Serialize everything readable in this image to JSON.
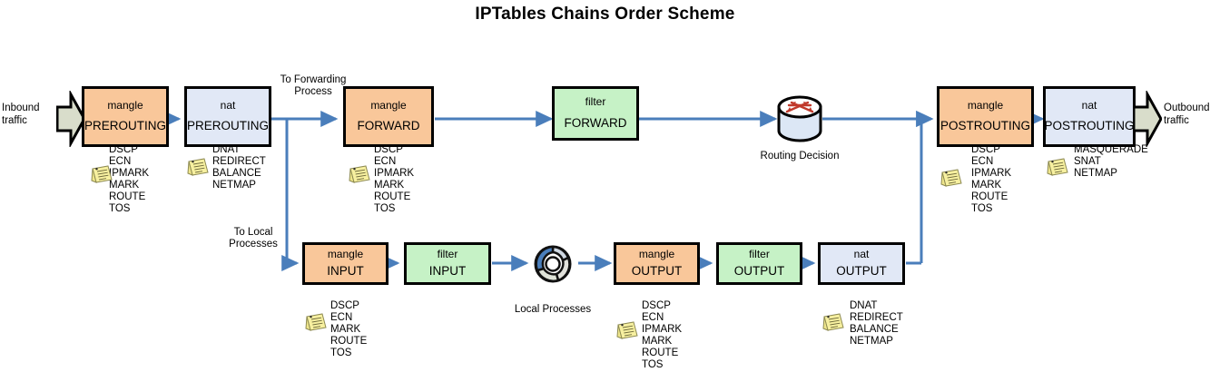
{
  "title": "IPTables Chains Order Scheme",
  "colors": {
    "mangle": "#f9c79a",
    "nat": "#e1e8f6",
    "filter": "#c6f2c6",
    "arrow": "#4a7ebb",
    "block_arrow_fill": "#d9ddcb",
    "note": "#f7f0a0",
    "border": "#000000"
  },
  "io": {
    "inbound_line1": "Inbound",
    "inbound_line2": "traffic",
    "outbound_line1": "Outbound",
    "outbound_line2": "traffic"
  },
  "edge_labels": {
    "to_forwarding_line1": "To Forwarding",
    "to_forwarding_line2": "Process",
    "to_local_line1": "To Local",
    "to_local_line2": "Processes"
  },
  "nodes": {
    "routing_decision": "Routing Decision",
    "local_processes": "Local Processes"
  },
  "boxes": [
    {
      "id": "mangle-prerouting",
      "table": "mangle",
      "chain": "PREROUTING",
      "type": "mangle"
    },
    {
      "id": "nat-prerouting",
      "table": "nat",
      "chain": "PREROUTING",
      "type": "nat"
    },
    {
      "id": "mangle-forward",
      "table": "mangle",
      "chain": "FORWARD",
      "type": "mangle"
    },
    {
      "id": "filter-forward",
      "table": "filter",
      "chain": "FORWARD",
      "type": "filter"
    },
    {
      "id": "mangle-postrouting",
      "table": "mangle",
      "chain": "POSTROUTING",
      "type": "mangle"
    },
    {
      "id": "nat-postrouting",
      "table": "nat",
      "chain": "POSTROUTING",
      "type": "nat"
    },
    {
      "id": "mangle-input",
      "table": "mangle",
      "chain": "INPUT",
      "type": "mangle"
    },
    {
      "id": "filter-input",
      "table": "filter",
      "chain": "INPUT",
      "type": "filter"
    },
    {
      "id": "mangle-output",
      "table": "mangle",
      "chain": "OUTPUT",
      "type": "mangle"
    },
    {
      "id": "filter-output",
      "table": "filter",
      "chain": "OUTPUT",
      "type": "filter"
    },
    {
      "id": "nat-output",
      "table": "nat",
      "chain": "OUTPUT",
      "type": "nat"
    }
  ],
  "target_lists": {
    "mangle_prerouting": "DSCP\nECN\nIPMARK\nMARK\nROUTE\nTOS",
    "nat_prerouting": "DNAT\nREDIRECT\nBALANCE\nNETMAP",
    "mangle_forward": "DSCP\nECN\nIPMARK\nMARK\nROUTE\nTOS",
    "mangle_postrouting": "DSCP\nECN\nIPMARK\nMARK\nROUTE\nTOS",
    "nat_postrouting": "MASQUERADE\nSNAT\nNETMAP",
    "mangle_input": "DSCP\nECN\nMARK\nROUTE\nTOS",
    "mangle_output": "DSCP\nECN\nIPMARK\nMARK\nROUTE\nTOS",
    "nat_output": "DNAT\nREDIRECT\nBALANCE\nNETMAP"
  },
  "icons": {
    "note": "sticky-note-icon",
    "router": "router-cylinder-icon",
    "process": "process-cycle-icon",
    "inbound_arrow": "block-arrow-right-icon",
    "outbound_arrow": "block-arrow-right-icon"
  }
}
